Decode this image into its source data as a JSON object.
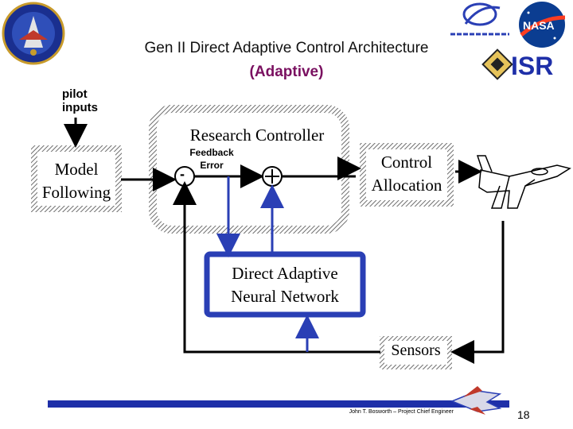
{
  "header": {
    "title": "Gen II Direct Adaptive Control Architecture",
    "subtitle": "(Adaptive)"
  },
  "diagram": {
    "pilot_inputs": "pilot\ninputs",
    "model_following": "Model\nFollowing",
    "research_controller": "Research Controller",
    "feedback_error": "Feedback\nError",
    "minus_sign": "-",
    "control_allocation": "Control\nAllocation",
    "neural_network": "Direct Adaptive\nNeural Network",
    "sensors": "Sensors"
  },
  "logos": {
    "nasa": "NASA",
    "isr": "ISR"
  },
  "footer": {
    "author": "John T. Bosworth – Project Chief Engineer",
    "page_number": "18"
  },
  "colors": {
    "accent_blue": "#2a3fb5",
    "hatch_border": "#6e6e6e",
    "subtitle": "#7a1060",
    "footer_bar": "#1e2fa8"
  }
}
